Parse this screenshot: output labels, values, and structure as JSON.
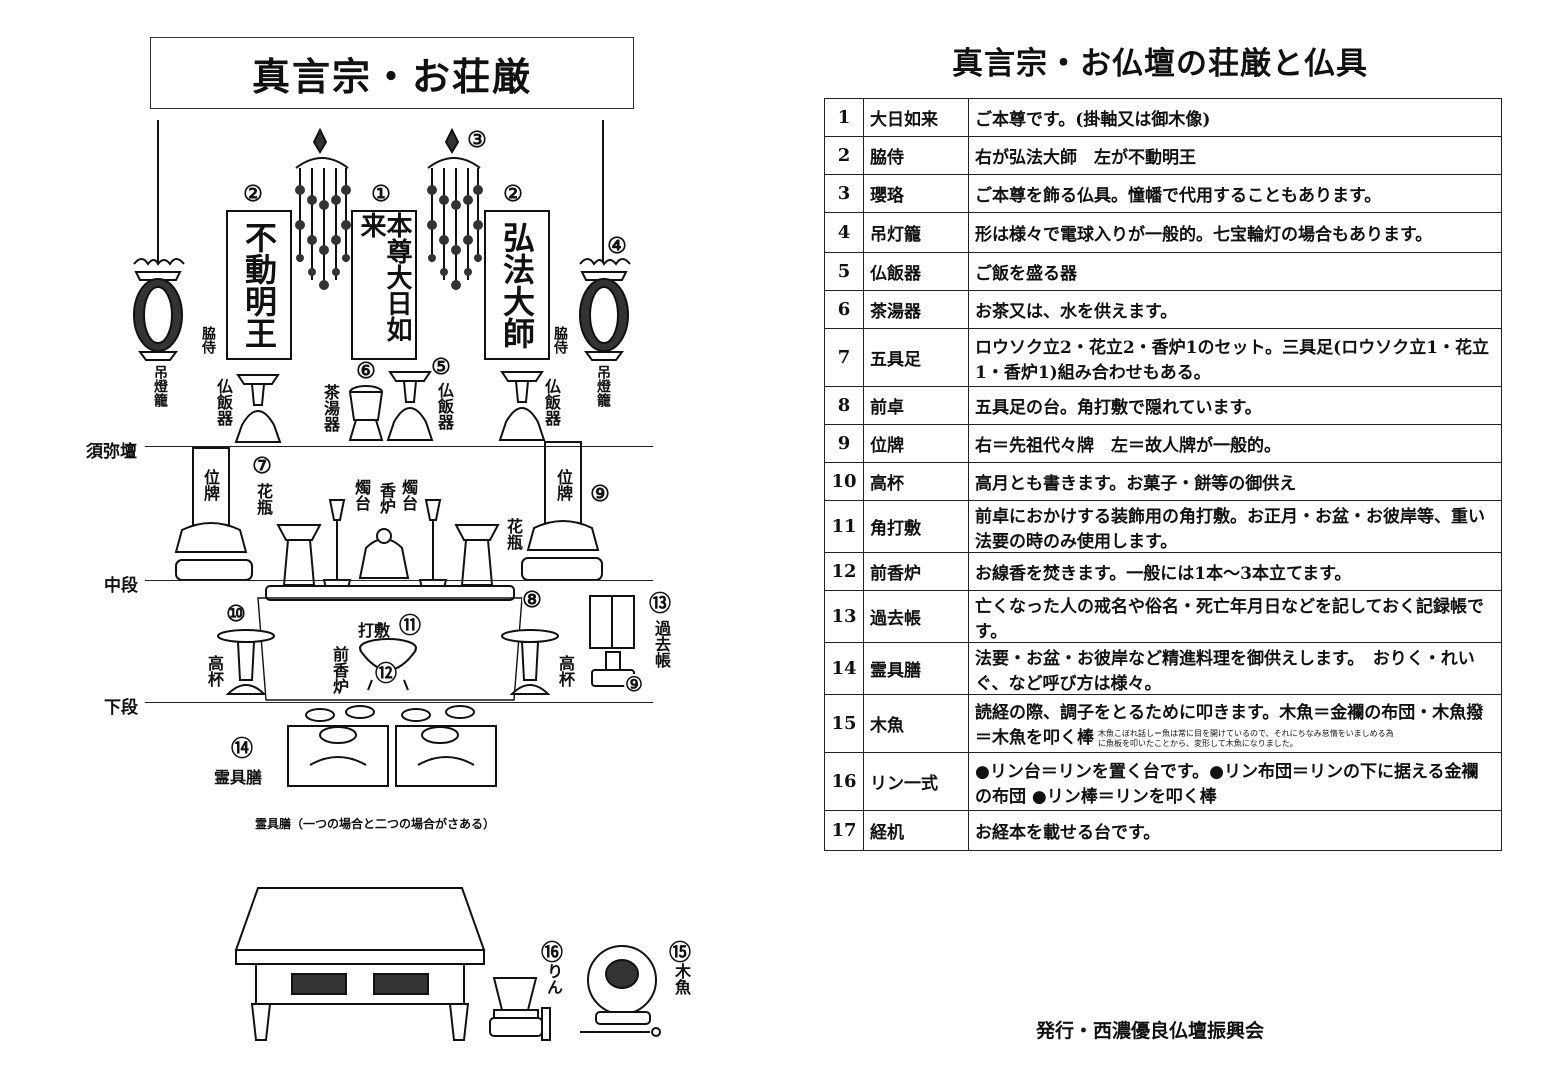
{
  "left": {
    "title": "真言宗・お荘厳",
    "signs": {
      "fudo": "不動明王",
      "honzon": "本尊大日如来",
      "kobo": "弘法大師"
    },
    "labels": {
      "wakiji_left": "脇侍",
      "wakiji_right": "脇侍",
      "tsuritoro_left": "吊燈籠",
      "tsuritoro_right": "吊燈籠",
      "buppanki_left": "仏飯器",
      "chatoki": "茶湯器",
      "buppanki_center": "仏飯器",
      "buppanki_right": "仏飯器",
      "ihai_left": "位牌",
      "ihai_right": "位牌",
      "kabin_left": "花瓶",
      "kabin_right": "花瓶",
      "shokudai_left": "燭台",
      "koro": "香炉",
      "shokudai_right": "燭台",
      "takatsuki_left": "高杯",
      "takatsuki_right": "高杯",
      "uchishiki": "打敷",
      "maekoro": "前香炉",
      "kakocho": "過去帳",
      "ryogusen": "霊具膳",
      "rin": "りん",
      "mokugyo": "木魚"
    },
    "levels": {
      "shumidan": "須弥壇",
      "chudan": "中段",
      "gedan": "下段"
    },
    "numbers": {
      "n1": "①",
      "n2": "②",
      "n3": "③",
      "n4": "④",
      "n5": "⑤",
      "n6": "⑥",
      "n7": "⑦",
      "n8": "⑧",
      "n9": "⑨",
      "n10": "⑩",
      "n11": "⑪",
      "n12": "⑫",
      "n13": "⑬",
      "n14": "⑭",
      "n15": "⑮",
      "n16": "⑯"
    },
    "caption": "霊具膳（一つの場合と二つの場合がさある）"
  },
  "right": {
    "title": "真言宗・お仏壇の荘厳と仏具",
    "items": [
      {
        "no": "1",
        "name": "大日如来",
        "desc": "ご本尊です。(掛軸又は御木像)"
      },
      {
        "no": "2",
        "name": "脇侍",
        "desc": "右が弘法大師　左が不動明王"
      },
      {
        "no": "3",
        "name": "瓔珞",
        "desc": "ご本尊を飾る仏具。憧幡で代用することもあります。"
      },
      {
        "no": "4",
        "name": "吊灯籠",
        "desc": "形は様々で電球入りが一般的。七宝輪灯の場合もあります。"
      },
      {
        "no": "5",
        "name": "仏飯器",
        "desc": "ご飯を盛る器"
      },
      {
        "no": "6",
        "name": "茶湯器",
        "desc": "お茶又は、水を供えます。"
      },
      {
        "no": "7",
        "name": "五具足",
        "desc": "ロウソク立2・花立2・香炉1のセット。三具足(ロウソク立1・花立1・香炉1)組み合わせもある。"
      },
      {
        "no": "8",
        "name": "前卓",
        "desc": "五具足の台。角打敷で隠れています。"
      },
      {
        "no": "9",
        "name": "位牌",
        "desc": "右＝先祖代々牌　左＝故人牌が一般的。"
      },
      {
        "no": "10",
        "name": "高杯",
        "desc": "高月とも書きます。お菓子・餅等の御供え"
      },
      {
        "no": "11",
        "name": "角打敷",
        "desc": "前卓におかけする装飾用の角打敷。お正月・お盆・お彼岸等、重い法要の時のみ使用します。"
      },
      {
        "no": "12",
        "name": "前香炉",
        "desc": "お線香を焚きます。一般には1本〜3本立てます。"
      },
      {
        "no": "13",
        "name": "過去帳",
        "desc": "亡くなった人の戒名や俗名・死亡年月日などを記しておく記録帳です。"
      },
      {
        "no": "14",
        "name": "霊具膳",
        "desc": "法要・お盆・お彼岸など精進料理を御供えします。　おりく・れいぐ、など呼び方は様々。"
      },
      {
        "no": "15",
        "name": "木魚",
        "desc": "読経の際、調子をとるために叩きます。木魚＝金襴の布団・木魚撥＝木魚を叩く棒",
        "note": "木魚こぼれ話し＝魚は常に目を開けているので、それにちなみ怠惰をいましめる為に魚板を叩いたことから、変形して木魚になりました。"
      },
      {
        "no": "16",
        "name": "リン一式",
        "desc": "●リン台＝リンを置く台です。●リン布団＝リンの下に据える金襴の布団 ●リン棒＝リンを叩く棒"
      },
      {
        "no": "17",
        "name": "経机",
        "desc": "お経本を載せる台です。"
      }
    ],
    "footer": "発行・西濃優良仏壇振興会"
  }
}
